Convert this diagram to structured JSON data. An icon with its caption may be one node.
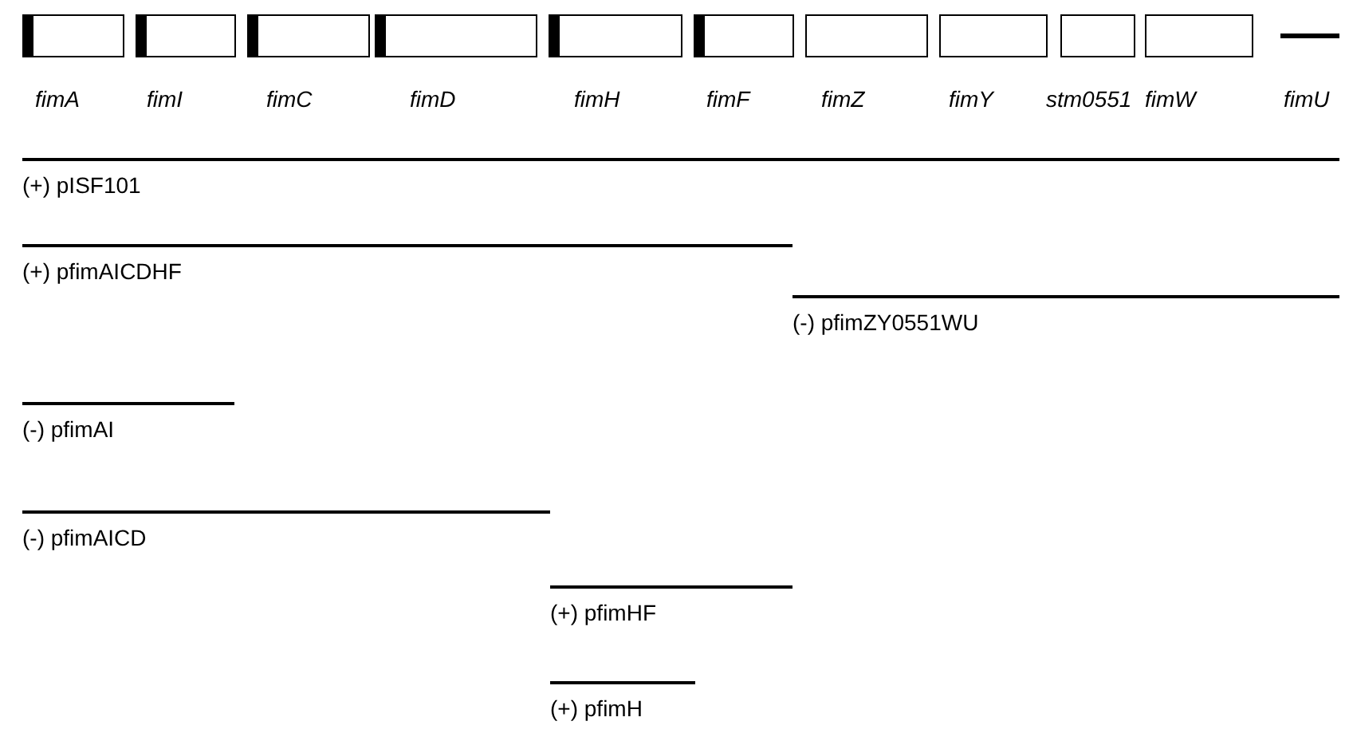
{
  "diagram": {
    "nodes": [
      {
        "text": [
          "fimA"
        ]
      },
      {
        "text": [
          "fimI"
        ]
      },
      {
        "text": [
          "fimC"
        ]
      },
      {
        "text": [
          "fimD"
        ]
      },
      {
        "text": [
          "fimH"
        ]
      },
      {
        "text": [
          "fimF"
        ]
      },
      {
        "text": [
          "fimZ"
        ]
      },
      {
        "text": [
          "fimY"
        ]
      },
      {
        "text": [
          "stm0551"
        ]
      },
      {
        "text": [
          "fimW"
        ]
      },
      {
        "text": [
          "fimU"
        ]
      },
      {
        "text": [
          "(+) pISF101"
        ]
      },
      {
        "text": [
          "(+) pfimAICDHF"
        ]
      },
      {
        "text": [
          "(-) pfimZY0551WU"
        ]
      },
      {
        "text": [
          "(-) pfimAI"
        ]
      },
      {
        "text": [
          "(-) pfimAICD"
        ]
      },
      {
        "text": [
          "(+) pfimHF"
        ]
      },
      {
        "text": [
          "(+) pfimH"
        ]
      }
    ]
  }
}
